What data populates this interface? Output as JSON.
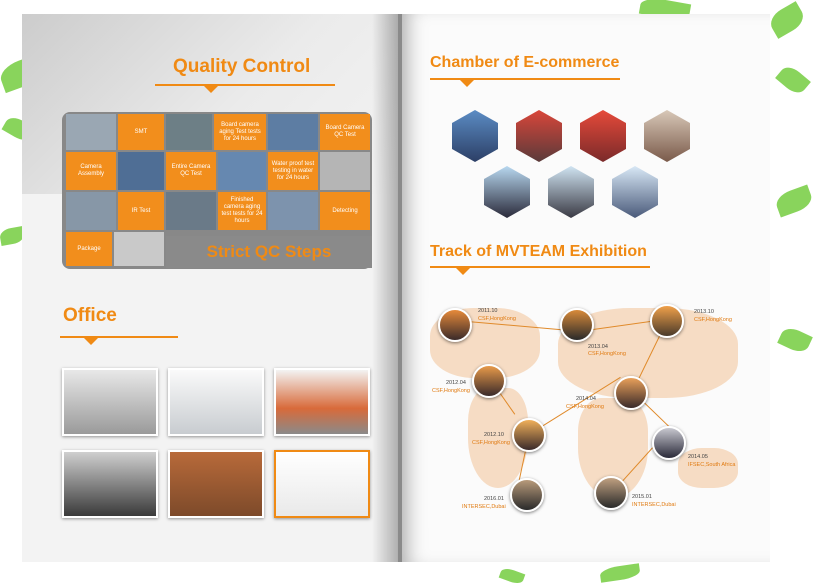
{
  "left_page": {
    "quality_control": {
      "title": "Quality Control",
      "steps": [
        "SMT",
        "Board camera aging Test tests for 24 hours",
        "Board Camera QC Test",
        "Camera Assembly",
        "Entire Camera QC Test",
        "Water proof test testing in water for 24 hours",
        "IR Test",
        "Finished camera aging test tests for 24 hours",
        "Detecting",
        "Package"
      ],
      "banner": "Strict QC Steps"
    },
    "office": {
      "title": "Office"
    }
  },
  "right_page": {
    "chamber": {
      "title": "Chamber of E-commerce"
    },
    "exhibition": {
      "title": "Track of MVTEAM Exhibition",
      "stops": [
        {
          "date": "2011.10",
          "name": "CSF,HongKong"
        },
        {
          "date": "2013.04",
          "name": "CSF,HongKong"
        },
        {
          "date": "2013.10",
          "name": "CSF,HongKong"
        },
        {
          "date": "2012.04",
          "name": "CSF,HongKong"
        },
        {
          "date": "2014.04",
          "name": "CSF,HongKong"
        },
        {
          "date": "2012.10",
          "name": "CSF,HongKong"
        },
        {
          "date": "2014.05",
          "name": "IFSEC,South Africa"
        },
        {
          "date": "2016.01",
          "name": "INTERSEC,Dubai"
        },
        {
          "date": "2015.01",
          "name": "INTERSEC,Dubai"
        }
      ]
    }
  },
  "colors": {
    "accent": "#f08a14",
    "leaf": "#7ccf4a"
  }
}
